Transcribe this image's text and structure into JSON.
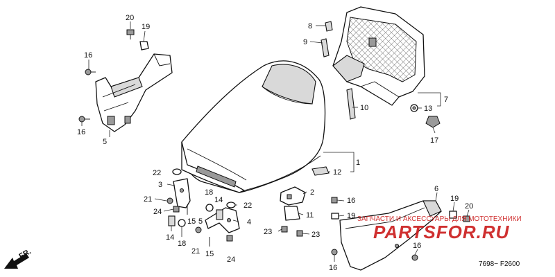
{
  "labels": [
    {
      "id": "l1",
      "text": "1"
    },
    {
      "id": "l2",
      "text": "2"
    },
    {
      "id": "l3",
      "text": "3"
    },
    {
      "id": "l4",
      "text": "4"
    },
    {
      "id": "l5a",
      "text": "5"
    },
    {
      "id": "l6",
      "text": "6"
    },
    {
      "id": "l7",
      "text": "7"
    },
    {
      "id": "l8",
      "text": "8"
    },
    {
      "id": "l9",
      "text": "9"
    },
    {
      "id": "l10",
      "text": "10"
    },
    {
      "id": "l11",
      "text": "11"
    },
    {
      "id": "l12",
      "text": "12"
    },
    {
      "id": "l13",
      "text": "13"
    },
    {
      "id": "l14a",
      "text": "14"
    },
    {
      "id": "l14b",
      "text": "14"
    },
    {
      "id": "l15a",
      "text": "15"
    },
    {
      "id": "l15b",
      "text": "15"
    },
    {
      "id": "l16a",
      "text": "16"
    },
    {
      "id": "l16b",
      "text": "16"
    },
    {
      "id": "l16c",
      "text": "16"
    },
    {
      "id": "l16d",
      "text": "16"
    },
    {
      "id": "l16e",
      "text": "16"
    },
    {
      "id": "l17",
      "text": "17"
    },
    {
      "id": "l18a",
      "text": "18"
    },
    {
      "id": "l18b",
      "text": "18"
    },
    {
      "id": "l19a",
      "text": "19"
    },
    {
      "id": "l19b",
      "text": "19"
    },
    {
      "id": "l19c",
      "text": "19"
    },
    {
      "id": "l20a",
      "text": "20"
    },
    {
      "id": "l20b",
      "text": "20"
    },
    {
      "id": "l21a",
      "text": "21"
    },
    {
      "id": "l21b",
      "text": "21"
    },
    {
      "id": "l22a",
      "text": "22"
    },
    {
      "id": "l22b",
      "text": "22"
    },
    {
      "id": "l23a",
      "text": "23"
    },
    {
      "id": "l23b",
      "text": "23"
    },
    {
      "id": "l24a",
      "text": "24"
    },
    {
      "id": "l24b",
      "text": "24"
    },
    {
      "id": "l15c",
      "text": "5"
    }
  ],
  "direction_marker": "FR.",
  "diagram_code": "7698− F2600",
  "watermark": {
    "logo": "PARTSFOR.RU",
    "caption": "ЗАПЧАСТИ И АКСЕССУАРЫ ДЛЯ МОТОТЕХНИКИ",
    "color": "#cc1f1f"
  }
}
